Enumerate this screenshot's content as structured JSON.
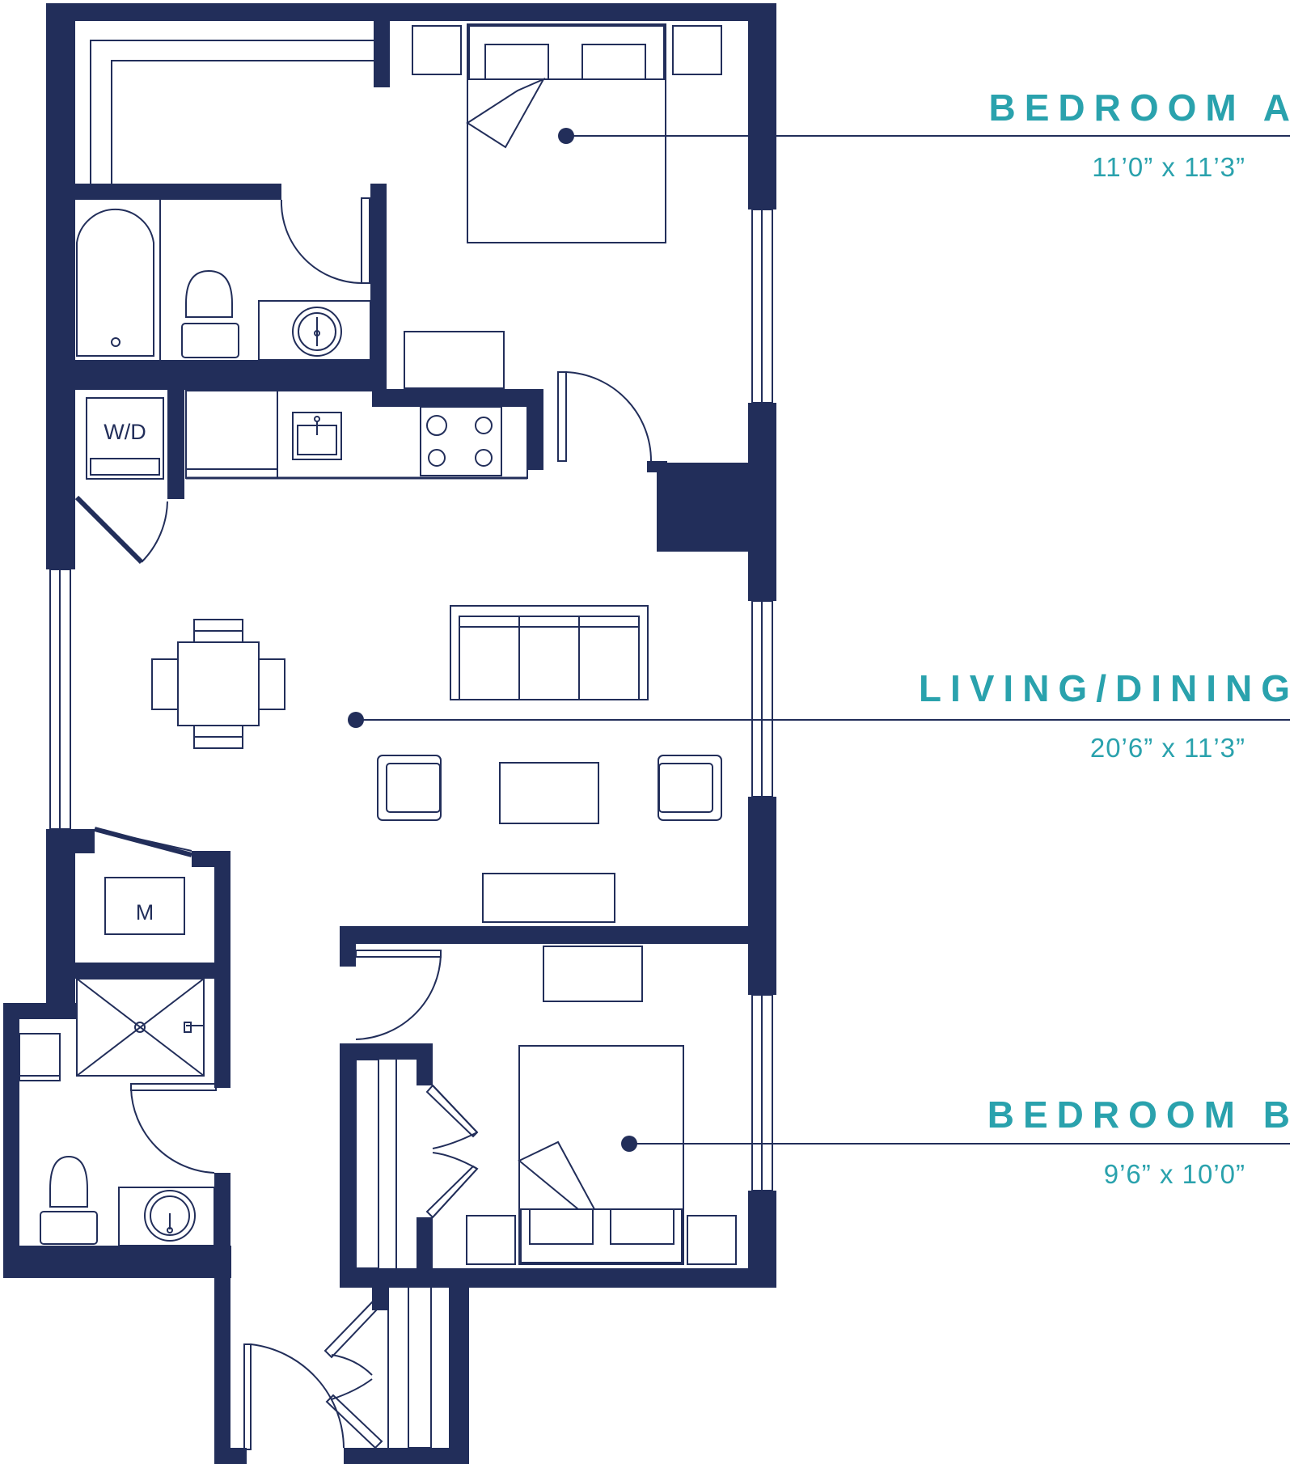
{
  "colors": {
    "wall": "#222e5a",
    "line": "#222e5a",
    "accent": "#2aa2ad",
    "background": "#ffffff"
  },
  "rooms": {
    "bedroom_a": {
      "name": "BEDROOM A",
      "size": "11’0” x 11’3”"
    },
    "living_dining": {
      "name": "LIVING/DINING",
      "size": "20’6” x 11’3”"
    },
    "bedroom_b": {
      "name": "BEDROOM B",
      "size": "9’6” x 10’0”"
    }
  },
  "fixtures": {
    "washer_dryer": "W/D",
    "mechanical": "M"
  }
}
